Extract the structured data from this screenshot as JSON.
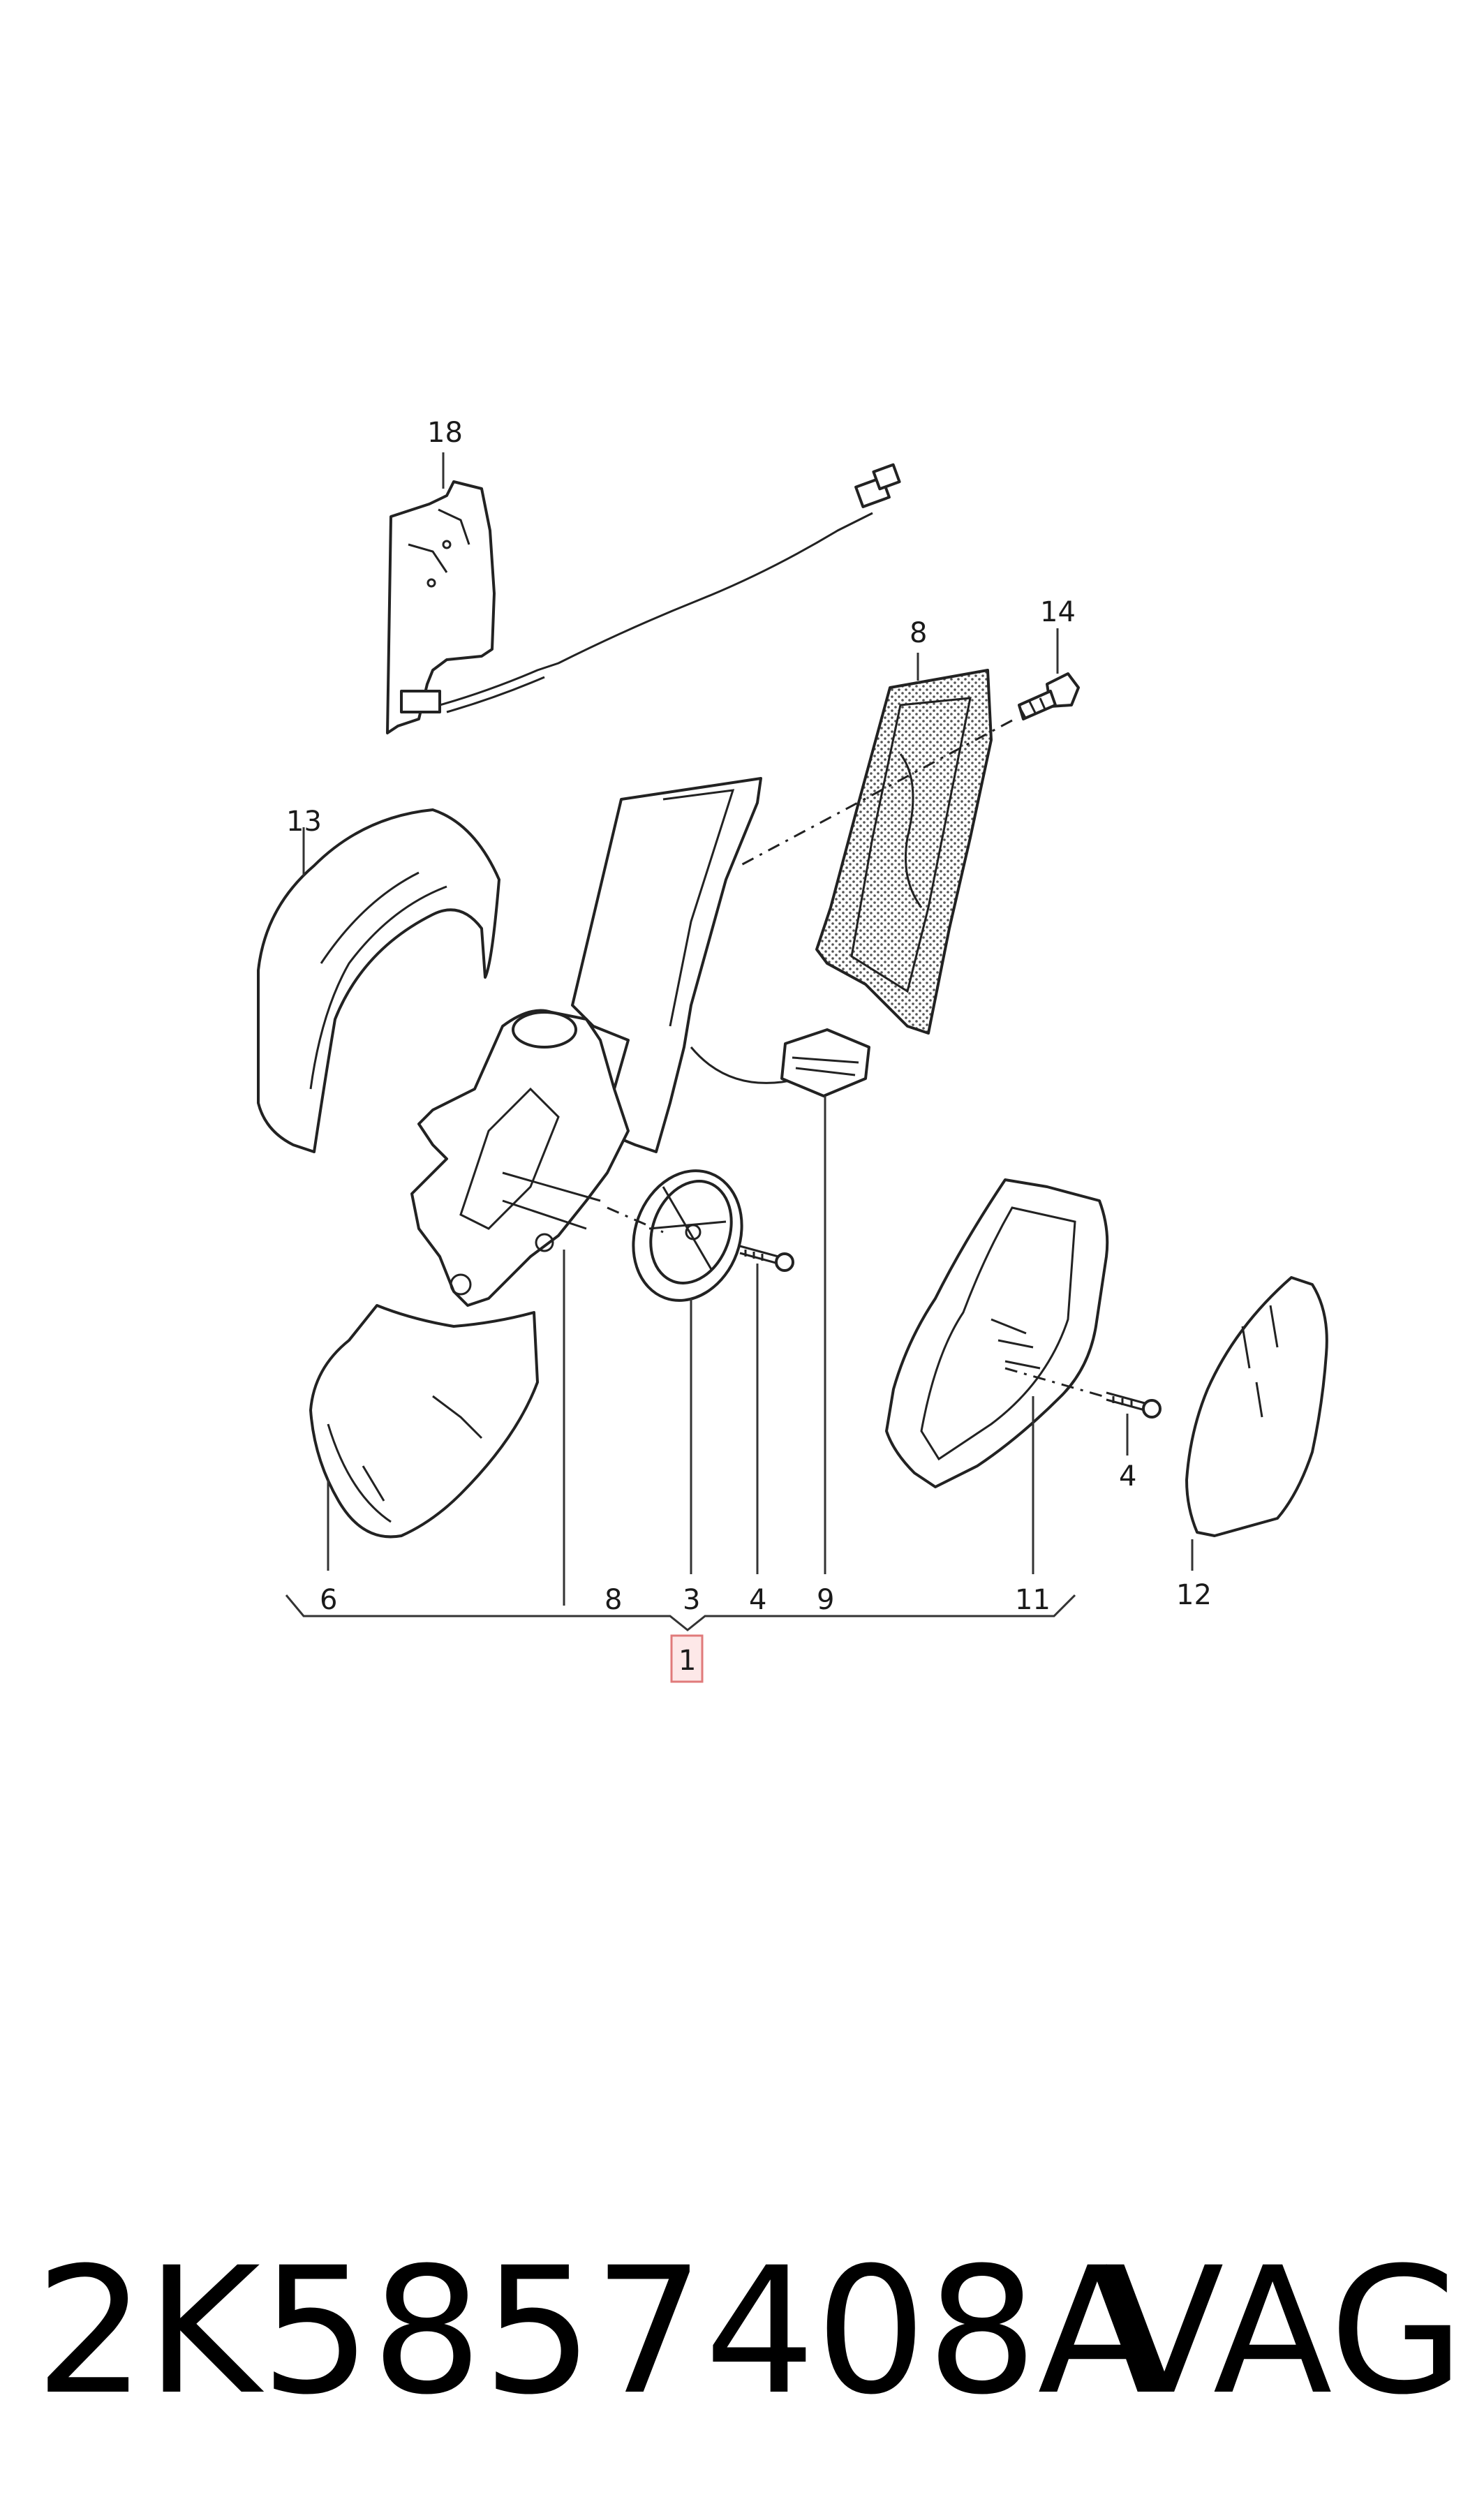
{
  "labels": {
    "l18": "18",
    "l8_top": "8",
    "l14": "14",
    "l13": "13",
    "l6": "6",
    "l8_bottom": "8",
    "l3": "3",
    "l4_bottom": "4",
    "l9": "9",
    "l11": "11",
    "l4_right": "4",
    "l12": "12",
    "l1": "1"
  },
  "footer": {
    "part_number": "2K5857408A",
    "brand": "VAG"
  },
  "colors": {
    "line": "#222222",
    "highlight_box": "#e07a7a",
    "highlight_fill": "#fde8e8",
    "hatch": "#8a8a8a"
  }
}
